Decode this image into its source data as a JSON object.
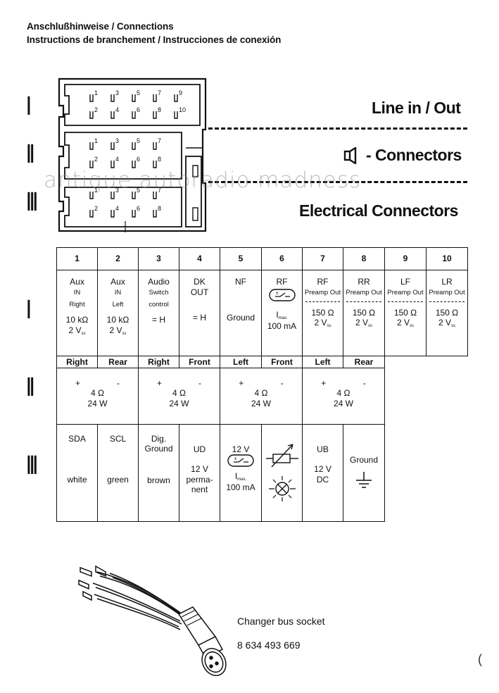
{
  "header": {
    "line1": "Anschlußhinweise / Connections",
    "line2": "Instructions de branchement / Instrucciones de conexión"
  },
  "roman": [
    "I",
    "II",
    "III"
  ],
  "connector_labels": {
    "block1": [
      [
        "1",
        "3",
        "5",
        "7",
        "9"
      ],
      [
        "2",
        "4",
        "6",
        "8",
        "10"
      ]
    ],
    "block2": [
      [
        "1",
        "3",
        "5",
        "7"
      ],
      [
        "2",
        "4",
        "6",
        "8"
      ]
    ],
    "block3": [
      [
        "1",
        "3",
        "5",
        "7"
      ],
      [
        "2",
        "4",
        "6",
        "8"
      ]
    ]
  },
  "side_titles": {
    "line": "Line in / Out",
    "speaker": "- Connectors",
    "electrical": "Electrical Connectors"
  },
  "watermark": "antique autoradio madness",
  "table": {
    "pin_numbers": [
      "1",
      "2",
      "3",
      "4",
      "5",
      "6",
      "7",
      "8",
      "9",
      "10"
    ],
    "row1": {
      "c1": {
        "a": "Aux",
        "b": "IN",
        "c": "Right",
        "d": "10 kΩ",
        "e": "2 V",
        "f": "ss"
      },
      "c2": {
        "a": "Aux",
        "b": "IN",
        "c": "Left",
        "d": "10 kΩ",
        "e": "2 V",
        "f": "ss"
      },
      "c3": {
        "a": "Audio",
        "b": "Switch",
        "c": "control",
        "d": "= H"
      },
      "c4": {
        "a": "DK",
        "b": "OUT",
        "d": "= H"
      },
      "c5": {
        "a": "NF",
        "d": "Ground"
      },
      "c6": {
        "a": "RF",
        "d": "I",
        "dsub": "max.",
        "e": "100 mA"
      },
      "c7": {
        "a": "RF",
        "b": "Preamp Out",
        "d": "150 Ω",
        "e": "2 V",
        "f": "ss"
      },
      "c8": {
        "a": "RR",
        "b": "Preamp Out",
        "d": "150 Ω",
        "e": "2 V",
        "f": "ss"
      },
      "c9": {
        "a": "LF",
        "b": "Preamp Out",
        "d": "150 Ω",
        "e": "2 V",
        "f": "ss"
      },
      "c10": {
        "a": "LR",
        "b": "Preamp Out",
        "d": "150 Ω",
        "e": "2 V",
        "f": "ss"
      }
    },
    "row2_heads": [
      "Right",
      "Rear",
      "Right",
      "Front",
      "Left",
      "Front",
      "Left",
      "Rear"
    ],
    "row2": {
      "plus": "+",
      "minus": "-",
      "ohm": "4 Ω",
      "watt": "24 W"
    },
    "row3": {
      "c1": {
        "a": "SDA",
        "b": "white"
      },
      "c2": {
        "a": "SCL",
        "b": "green"
      },
      "c3": {
        "a": "Dig.",
        "a2": "Ground",
        "b": "brown"
      },
      "c4": {
        "a": "UD",
        "b": "12 V",
        "b2": "perma-",
        "b3": "nent"
      },
      "c5": {
        "a": "12 V",
        "b": "I",
        "bsub": "max.",
        "b2": "100 mA"
      },
      "c7": {
        "a": "UB",
        "b": "12 V",
        "b2": "DC"
      },
      "c8": {
        "a": "Ground"
      }
    }
  },
  "bottom": {
    "caption": "Changer bus socket",
    "part_number": "8 634 493 669"
  },
  "margin_mark": "("
}
